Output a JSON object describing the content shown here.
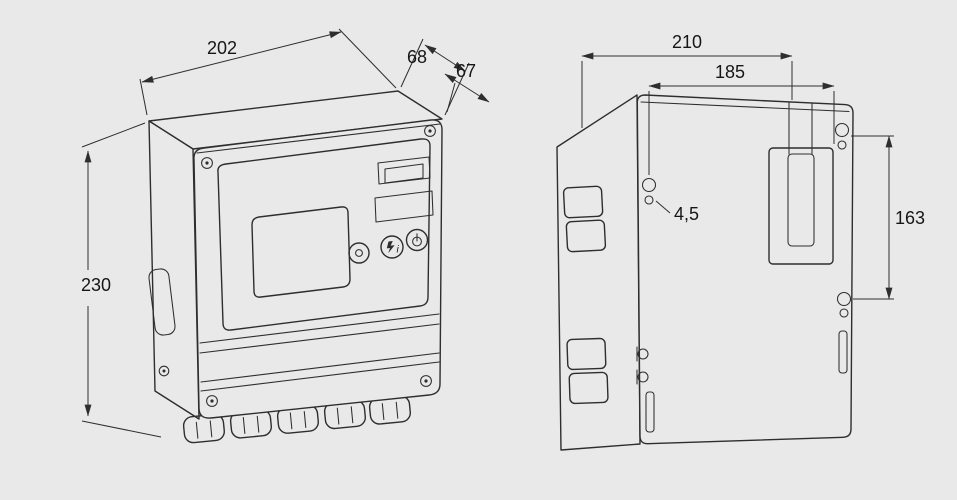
{
  "page": {
    "background": "#e9e9e9",
    "line_color": "#2e2e2e",
    "text_color": "#161616"
  },
  "front_view": {
    "dim_width": "202",
    "dim_depth_rear": "68",
    "dim_depth_front": "67",
    "dim_height": "230",
    "icon_i": "i"
  },
  "rear_view": {
    "dim_overall_width": "210",
    "dim_mount_spacing_x": "185",
    "dim_hole_diameter": "4,5",
    "dim_mount_spacing_y": "163"
  }
}
